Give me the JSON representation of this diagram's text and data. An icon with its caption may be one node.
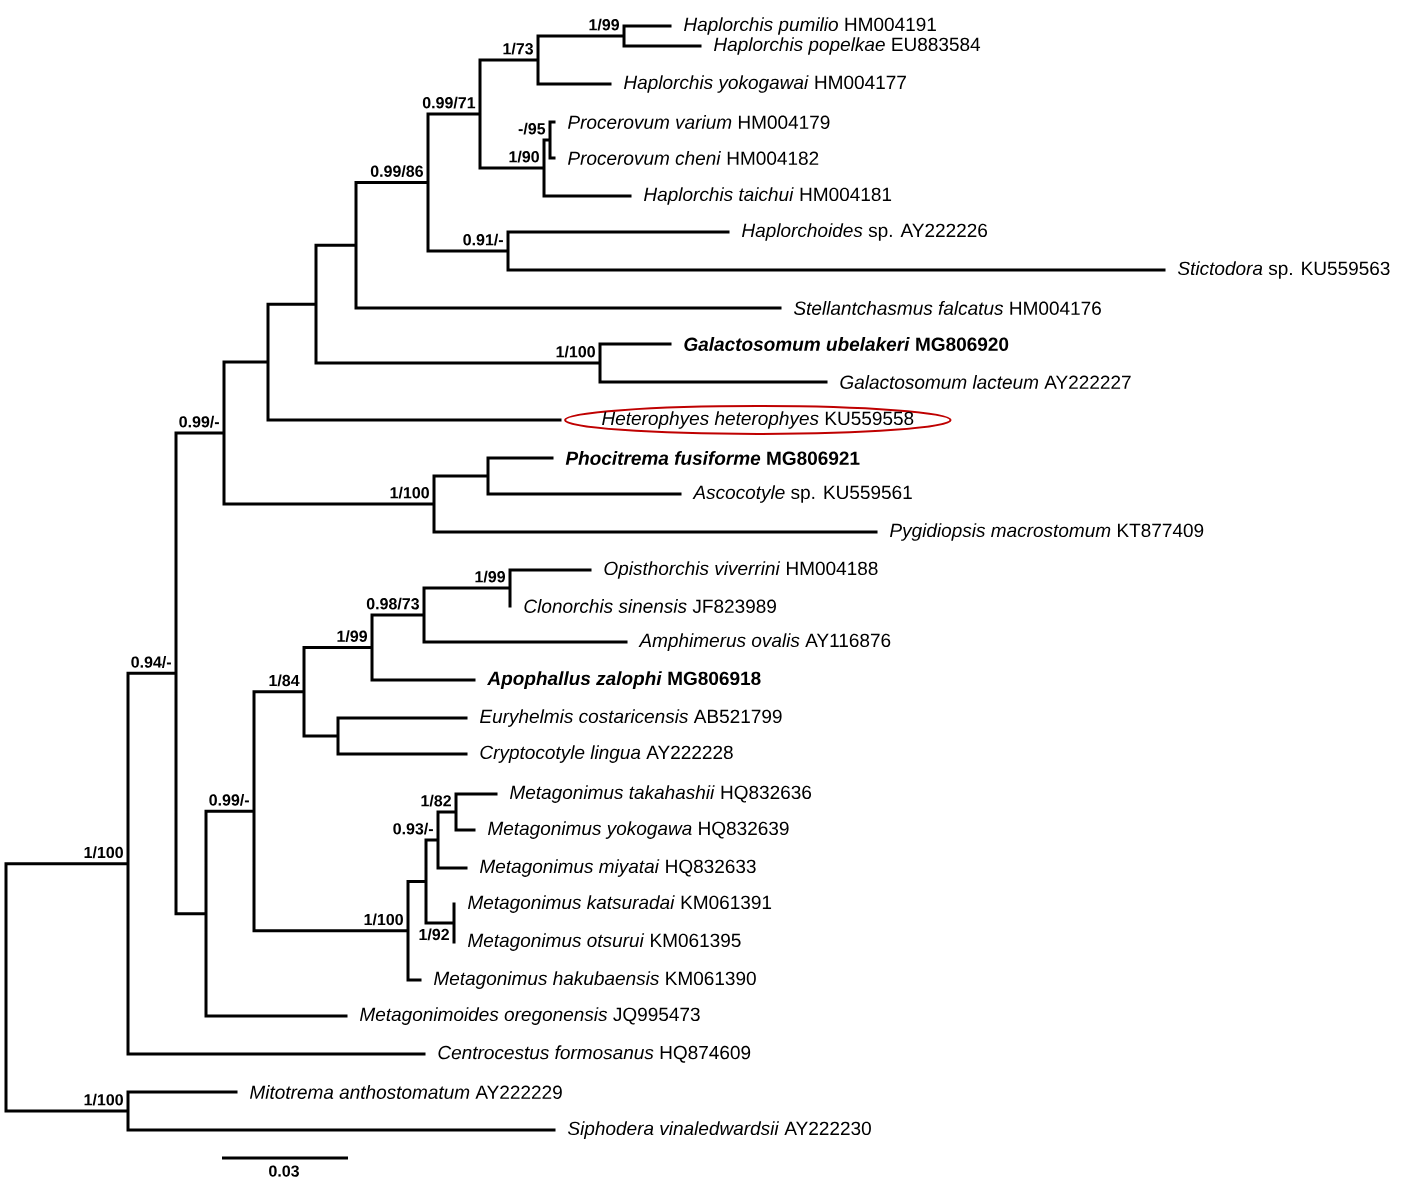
{
  "diagram": {
    "nodes": [
      {
        "text": [
          "*Heterophyes heterophyes* KU559558"
        ]
      }
    ],
    "labels": [
      "1/99",
      "*Haplorchis pumilio* HM004191",
      "1/73",
      "*Haplorchis popelkae* EU883584",
      "*Haplorchis yokogawai* HM004177",
      "0.99/71",
      "-/95",
      "*Procerovum varium* HM004179",
      "1/90",
      "*Procerovum cheni* HM004182",
      "*Haplorchis taichui* HM004181",
      "0.99/86",
      "0.91/-",
      "*Haplorchoides* sp. AY222226",
      "*Stictodora* sp. KU559563",
      "*Stellantchasmus falcatus* HM004176",
      "1/100",
      "*Galactosomum ubelakeri* MG806920",
      "*Galactosomum lacteum* AY222227",
      "0.99/-",
      "*Phocitrema fusiforme*  MG806921",
      "1/100",
      "*Ascocotyle* sp. KU559561",
      "*Pygidiopsis macrostomum* KT877409",
      "1/99",
      "*Opisthorchis viverrini* HM004188",
      "0.98/73",
      "*Clonorchis sinensis* JF823989",
      "0.94/-",
      "1/99",
      "*Amphimerus ovalis* AY116876",
      "1/84",
      "*Apophallus zalophi* MG806918",
      "*Euryhelmis costaricensis* AB521799",
      "*Cryptocotyle lingua* AY222228",
      "0.99/-",
      "1/82",
      "*Metagonimus takahashii* HQ832636",
      "0.93/-",
      "*Metagonimus yokogawa* HQ832639",
      "1/100",
      "*Metagonimus miyatai* HQ832633",
      "1/100",
      "*Metagonimus katsuradai* KM061391",
      "1/92",
      "*Metagonimus otsurui* KM061395",
      "*Metagonimus hakubaensis* KM061390",
      "*Metagonimoides oregonensis* JQ995473",
      "*Centrocestus formosanus* HQ874609",
      "1/100",
      "*Mitotrema anthostomatum* AY222229",
      "*Siphodera vinaledwardsii* AY222230",
      "0.03"
    ]
  }
}
